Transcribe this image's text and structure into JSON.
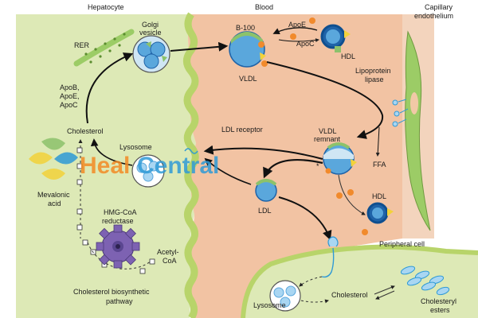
{
  "regions": {
    "hepatocyte": "Hepatocyte",
    "blood": "Blood",
    "capillary_line1": "Capillary",
    "capillary_line2": "endothelium",
    "peripheral_cell": "Peripheral cell"
  },
  "labels": {
    "rer": "RER",
    "golgi_line1": "Golgi",
    "golgi_line2": "vesicle",
    "apob": "ApoB,",
    "apoe_left": "ApoE,",
    "apoc_left": "ApoC",
    "cholesterol_hep": "Cholesterol",
    "lysosome_hep": "Lysosome",
    "mevalonic_line1": "Mevalonic",
    "mevalonic_line2": "acid",
    "hmg_line1": "HMG-CoA",
    "hmg_line2": "reductase",
    "acetyl_line1": "Acetyl-",
    "acetyl_line2": "CoA",
    "pathway_line1": "Cholesterol biosynthetic",
    "pathway_line2": "pathway",
    "b100": "B-100",
    "apoe": "ApoE",
    "apoc": "ApoC",
    "hdl_top": "HDL",
    "vldl": "VLDL",
    "lipoprotein_line1": "Lipoprotein",
    "lipoprotein_line2": "lipase",
    "ldl_receptor": "LDL receptor",
    "vldl_remnant_line1": "VLDL",
    "vldl_remnant_line2": "remnant",
    "ffa": "FFA",
    "hdl_bottom": "HDL",
    "ldl": "LDL",
    "lysosome_peripheral": "Lysosome",
    "cholesterol_peripheral": "Cholesterol",
    "cholesteryl_line1": "Cholesteryl",
    "cholesteryl_line2": "esters",
    "star1": "*",
    "star2": "*"
  },
  "watermark": {
    "part1": "Heal",
    "part2": "Central"
  },
  "colors": {
    "blood_bg": "#f2c3a3",
    "hepatocyte_bg": "#dde9b6",
    "peripheral_bg": "#dde9b6",
    "membrane": "#b8d46a",
    "particle_blue": "#5aa7dc",
    "particle_dark": "#1f63a8",
    "hdl_ring": "#0f4f8f",
    "apo_green": "#8cc26b",
    "apo_yellow": "#f3d23a",
    "apo_orange": "#f18a2c",
    "hmg_purple": "#7d62b2",
    "watermark_orange": "#f28a24",
    "watermark_blue": "#2f9ad6"
  }
}
